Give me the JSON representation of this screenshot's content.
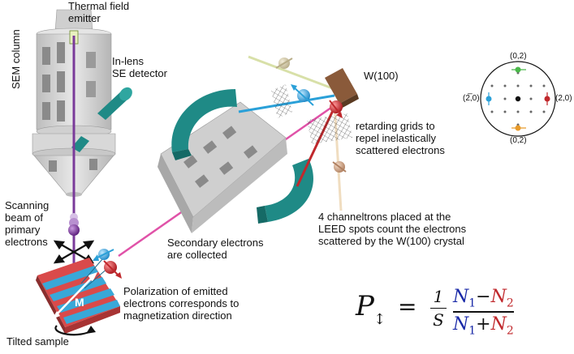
{
  "labels": {
    "emitter": "Thermal field\nemitter",
    "sem_column": "SEM column",
    "se_detector": "In-lens\nSE detector",
    "w100": "W(100)",
    "retarding": "retarding grids to\nrepel inelastically\nscattered electrons",
    "scanning": "Scanning\nbeam of\nprimary\nelectrons",
    "channeltrons": "4 channeltrons placed at the\nLEED spots count the electrons\nscattered by the W(100) crystal",
    "secondary": "Secondary electrons\nare collected",
    "polarization": "Polarization of emitted\nelectrons corresponds to\nmagnetization direction",
    "tilted": "Tilted sample",
    "magnet": "M"
  },
  "leed": {
    "top": "(0,2)",
    "bottom": "(0,2)",
    "left": "(2,0)",
    "right": "(2,0)",
    "left_bar": "̅"
  },
  "formula": {
    "symbol": "P",
    "arrow": "↕",
    "equals": "=",
    "one": "1",
    "s": "S",
    "n": "N",
    "sub1": "1",
    "sub2": "2",
    "minus": "−",
    "plus": "+"
  },
  "colors": {
    "beam": "#7a3a9a",
    "pink_path": "#e052a8",
    "blue_path": "#2aa0d8",
    "red_path": "#c0282c",
    "teal": "#1f8a86",
    "column_gray": "#d8d8d8"
  }
}
